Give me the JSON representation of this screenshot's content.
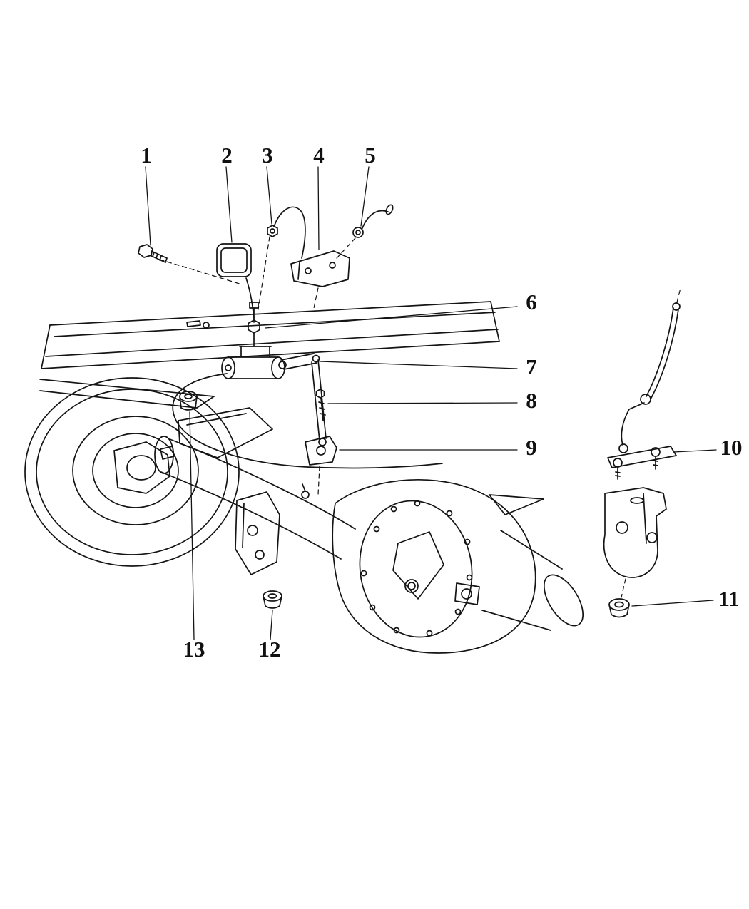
{
  "page": {
    "background": "#ffffff"
  },
  "diagram": {
    "type": "exploded-parts-diagram",
    "description": "Rear axle assembly with height sensing valve, linkage, brackets and fasteners",
    "line_color": "#141414",
    "callouts": [
      {
        "label": "1"
      },
      {
        "label": "2"
      },
      {
        "label": "3"
      },
      {
        "label": "4"
      },
      {
        "label": "5"
      },
      {
        "label": "6"
      },
      {
        "label": "7"
      },
      {
        "label": "8"
      },
      {
        "label": "9"
      },
      {
        "label": "10"
      },
      {
        "label": "11"
      },
      {
        "label": "12"
      },
      {
        "label": "13"
      }
    ]
  }
}
